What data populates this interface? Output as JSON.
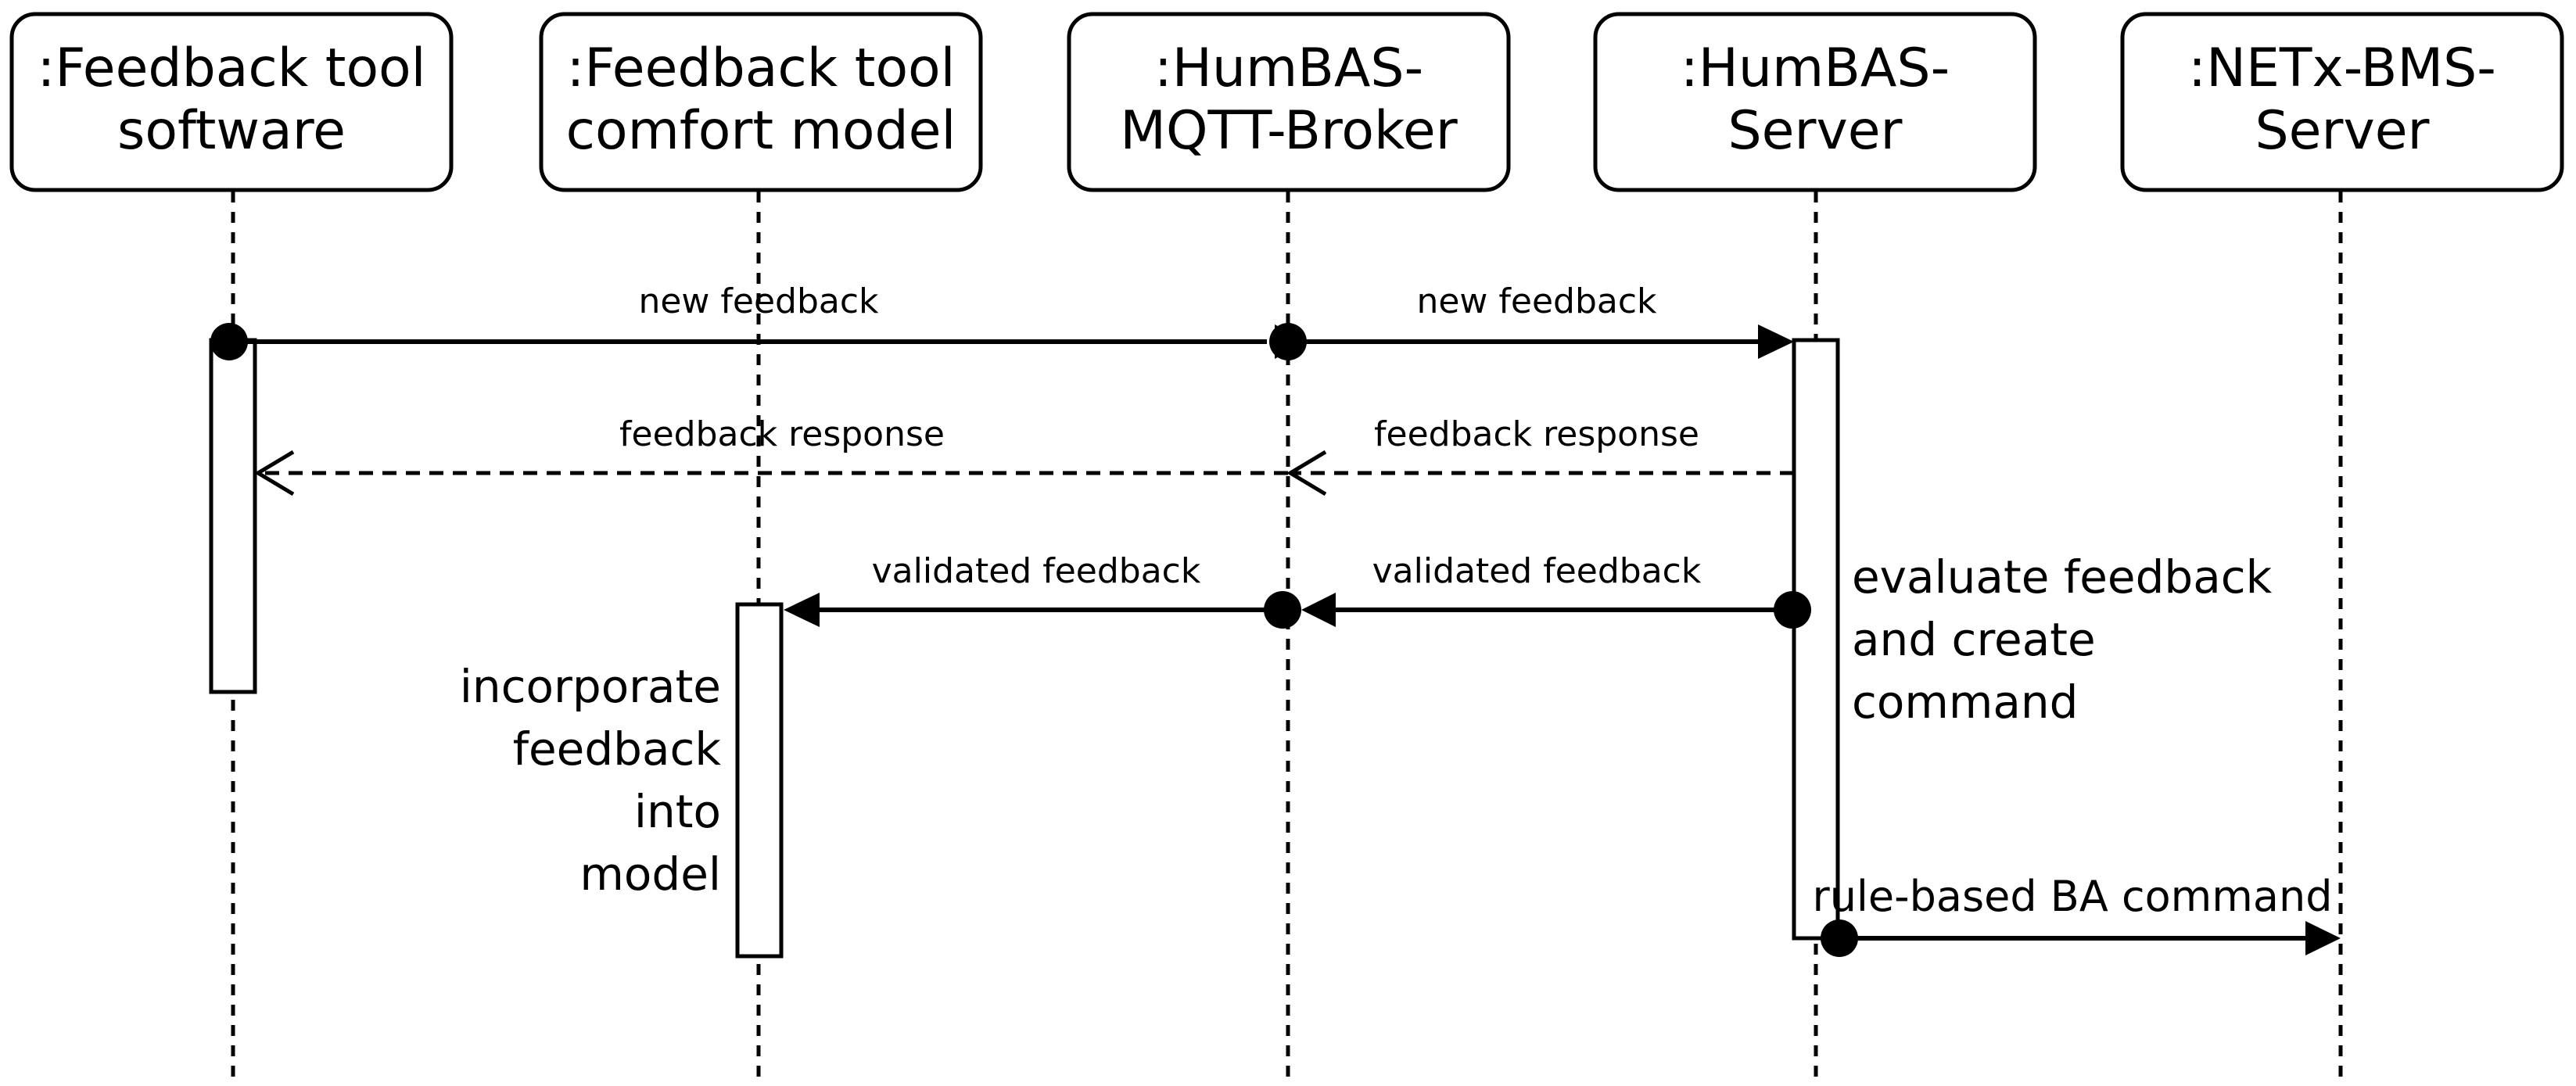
{
  "participants": [
    {
      "id": "p1",
      "line1": ":Feedback tool",
      "line2": "software"
    },
    {
      "id": "p2",
      "line1": ":Feedback tool",
      "line2": "comfort model"
    },
    {
      "id": "p3",
      "line1": ":HumBAS-",
      "line2": "MQTT-Broker"
    },
    {
      "id": "p4",
      "line1": ":HumBAS-",
      "line2": "Server"
    },
    {
      "id": "p5",
      "line1": ":NETx-BMS-",
      "line2": "Server"
    }
  ],
  "messages": [
    {
      "id": "m1",
      "label": "new feedback",
      "style": "solid"
    },
    {
      "id": "m2",
      "label": "new feedback",
      "style": "solid"
    },
    {
      "id": "m3",
      "label": "feedback response",
      "style": "dashed"
    },
    {
      "id": "m4",
      "label": "feedback response",
      "style": "dashed"
    },
    {
      "id": "m5",
      "label": "validated feedback",
      "style": "solid"
    },
    {
      "id": "m6",
      "label": "validated feedback",
      "style": "solid"
    },
    {
      "id": "m7",
      "label": "rule-based BA command",
      "style": "solid"
    }
  ],
  "notes": {
    "server": [
      "evaluate feedback",
      "and create",
      "command"
    ],
    "model": [
      "incorporate",
      "feedback",
      "into",
      "model"
    ]
  }
}
